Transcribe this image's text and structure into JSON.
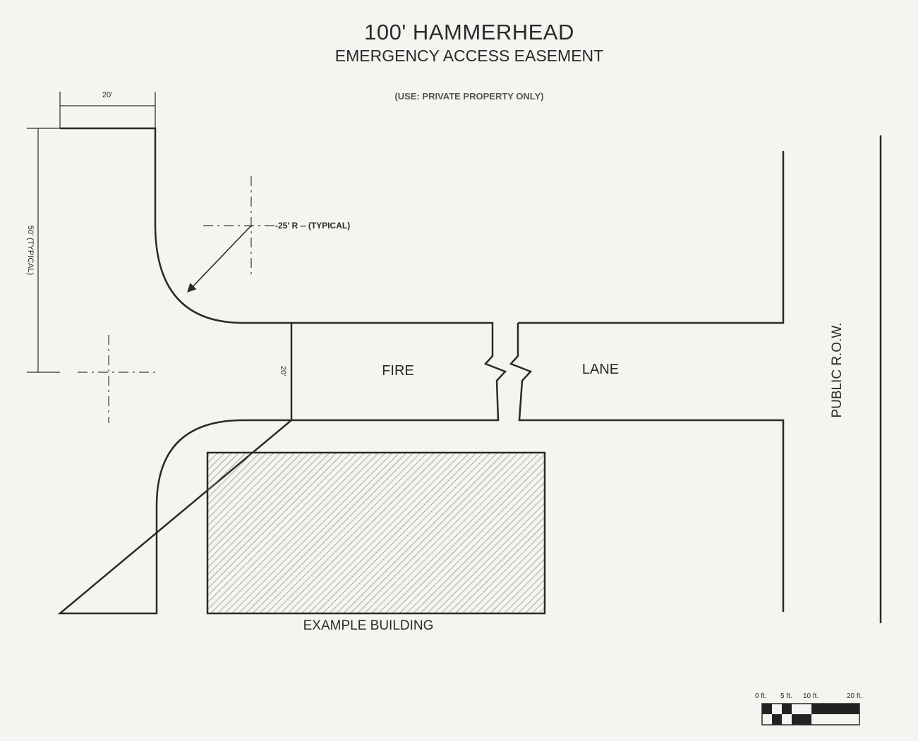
{
  "title": "100' HAMMERHEAD",
  "subtitle": "EMERGENCY ACCESS EASEMENT",
  "note": "(USE:   PRIVATE PROPERTY ONLY)",
  "dimensions": {
    "top_width": "20'",
    "side_length": "50' (TYPICAL)",
    "radius": "-25' R -- (TYPICAL)",
    "lane_width": "20'"
  },
  "labels": {
    "fire": "FIRE",
    "lane": "LANE",
    "right_of_way": "PUBLIC R.O.W.",
    "building": "EXAMPLE BUILDING"
  },
  "scale_bar": {
    "ticks": [
      "0 ft.",
      "5 ft.",
      "10 ft.",
      "20 ft."
    ]
  },
  "colors": {
    "line": "#2a2a2a",
    "hatch": "#8a8a8a",
    "paper": "#f4f4f1"
  }
}
